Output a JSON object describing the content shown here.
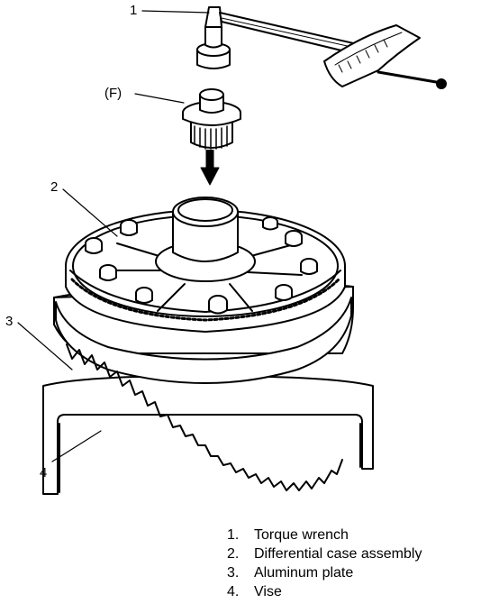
{
  "callouts": {
    "c1": "1",
    "cf": "(F)",
    "c2": "2",
    "c3": "3",
    "c4": "4"
  },
  "legend": [
    {
      "num": "1.",
      "text": "Torque wrench"
    },
    {
      "num": "2.",
      "text": "Differential case assembly"
    },
    {
      "num": "3.",
      "text": "Aluminum plate"
    },
    {
      "num": "4.",
      "text": "Vise"
    }
  ]
}
